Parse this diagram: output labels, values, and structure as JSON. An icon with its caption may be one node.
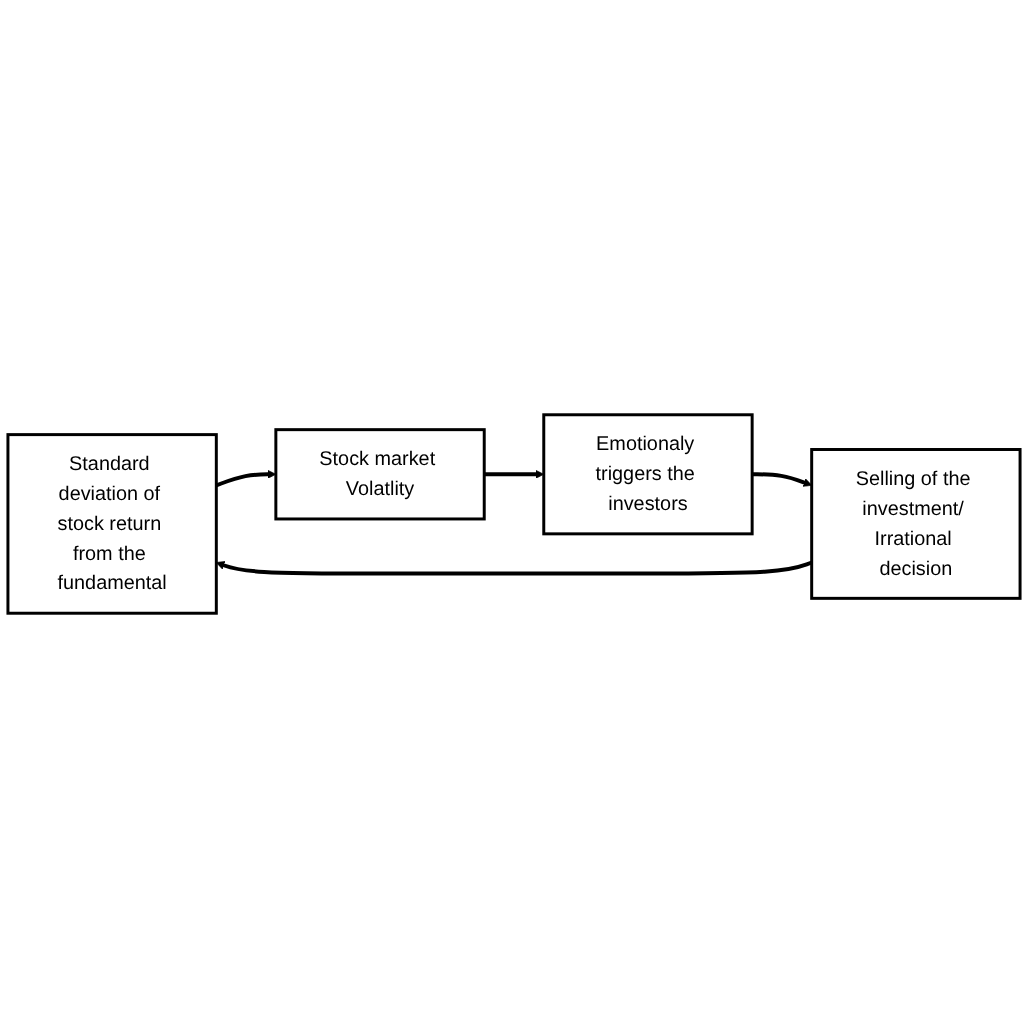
{
  "diagram": {
    "nodes": [
      {
        "text": [
          "Standard deviation of stock return from the fundamental"
        ]
      },
      {
        "text": [
          "Stock market Volatlity"
        ]
      },
      {
        "text": [
          "Emotionaly triggers the investors"
        ]
      },
      {
        "text": [
          "Selling of the investment/ Irrational decision"
        ]
      }
    ],
    "edges": [
      {
        "from": 0,
        "to": 1,
        "arrow": "to"
      },
      {
        "from": 1,
        "to": 2,
        "arrow": "to"
      },
      {
        "from": 2,
        "to": 3,
        "arrow": "to"
      },
      {
        "from": 3,
        "to": 0,
        "arrow": "to"
      }
    ]
  }
}
